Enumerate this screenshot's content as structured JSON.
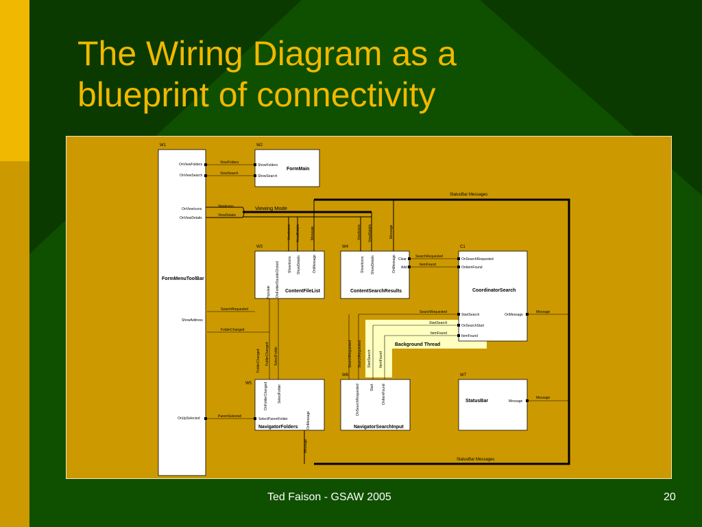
{
  "slide": {
    "title_line1": "The Wiring Diagram as a",
    "title_line2": "blueprint of connectivity",
    "footer": "Ted Faison - GSAW 2005",
    "page_number": "20"
  },
  "colors": {
    "background": "#0f4f00",
    "accent_triangle": "#0b3a00",
    "left_bar": "#f0b800",
    "title": "#f0b800",
    "diagram_bg": "#cc9900",
    "thread_highlight": "#ffffbf"
  },
  "diagram": {
    "statusbar_messages": "StatusBar Messages",
    "viewing_mode": "Viewing Mode",
    "background_thread": "Background Thread",
    "boxes": {
      "w1": {
        "id": "W1",
        "name": "FormMenuToolBar",
        "ports": [
          "OnViewFolders",
          "OnViewSearch",
          "OnViewIcons",
          "OnViewDetails",
          "ShowAddress",
          "OnUpSelected"
        ]
      },
      "w2": {
        "id": "W2",
        "name": "FormMain",
        "ports": [
          "ShowFolders",
          "ShowSearch"
        ]
      },
      "w3": {
        "id": "W3",
        "name": "ContentFileList",
        "ports": [
          "ShowIcons",
          "ShowDetails",
          "OnMessage",
          "Populate",
          "OnFolderDoubleClicked"
        ]
      },
      "w4": {
        "id": "W4",
        "name": "ContentSearchResults",
        "ports": [
          "ShowIcons",
          "ShowDetails",
          "OnMessage",
          "Clear",
          "Add"
        ]
      },
      "c1": {
        "id": "C1",
        "name": "CoordinatorSearch",
        "ports": [
          "OnSearchRequested",
          "OnItemFound",
          "StartSearch",
          "OnMessage",
          "OnSearchStart",
          "ItemFound"
        ]
      },
      "w5": {
        "id": "W5",
        "name": "NavigatorFolders",
        "ports": [
          "OnFolderChanged",
          "SelectFolder",
          "SelectParentFolder",
          "OnMessage"
        ]
      },
      "w6": {
        "id": "W6",
        "name": "NavigatorSearchInput",
        "ports": [
          "OnSearchRequested",
          "Start",
          "OnItemFound"
        ]
      },
      "w7": {
        "id": "W7",
        "name": "StatusBar",
        "ports": [
          "Message"
        ]
      }
    },
    "wires": {
      "view_folders": "ViewFolders",
      "view_search": "ViewSearch",
      "view_icons": "ViewIcons",
      "view_details": "ViewDetails",
      "search_requested": "SearchRequested",
      "folder_changed": "FolderChanged",
      "parent_selected": "ParentSelected",
      "item_found": "ItemFound",
      "start_search": "StartSearch",
      "message": "Message"
    }
  }
}
